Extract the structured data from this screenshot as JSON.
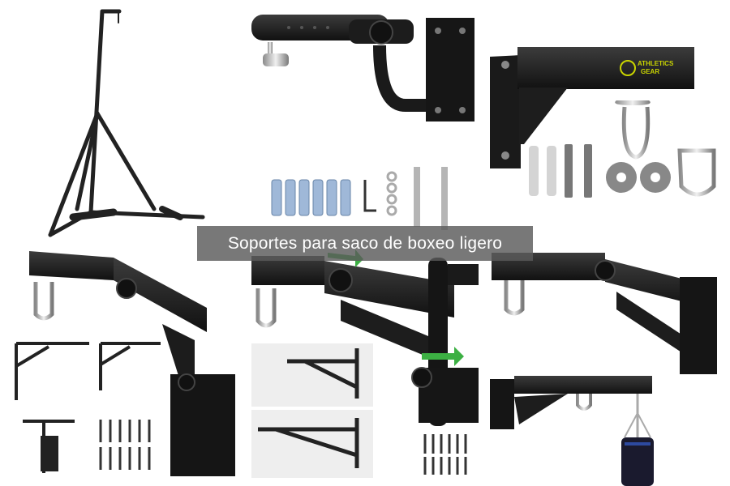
{
  "caption": "Soportes para saco de boxeo ligero",
  "brand_logo": "ATHLETICS GEAR",
  "colors": {
    "background": "#ffffff",
    "steel": "#1e1e1e",
    "steel_highlight": "#3a3a3a",
    "chrome": "#c8c8c8",
    "caption_bg": "#5a5a5a",
    "arrow_green": "#3cb043",
    "logo_yellow": "#c9d400"
  },
  "products": [
    {
      "id": "freestanding-stand"
    },
    {
      "id": "swivel-pipe-mount"
    },
    {
      "id": "athletics-gear-mount"
    },
    {
      "id": "hardware-kit"
    },
    {
      "id": "adjustable-arm-mount"
    },
    {
      "id": "swivel-arm-mount"
    },
    {
      "id": "wall-bracket-with-bag"
    }
  ]
}
